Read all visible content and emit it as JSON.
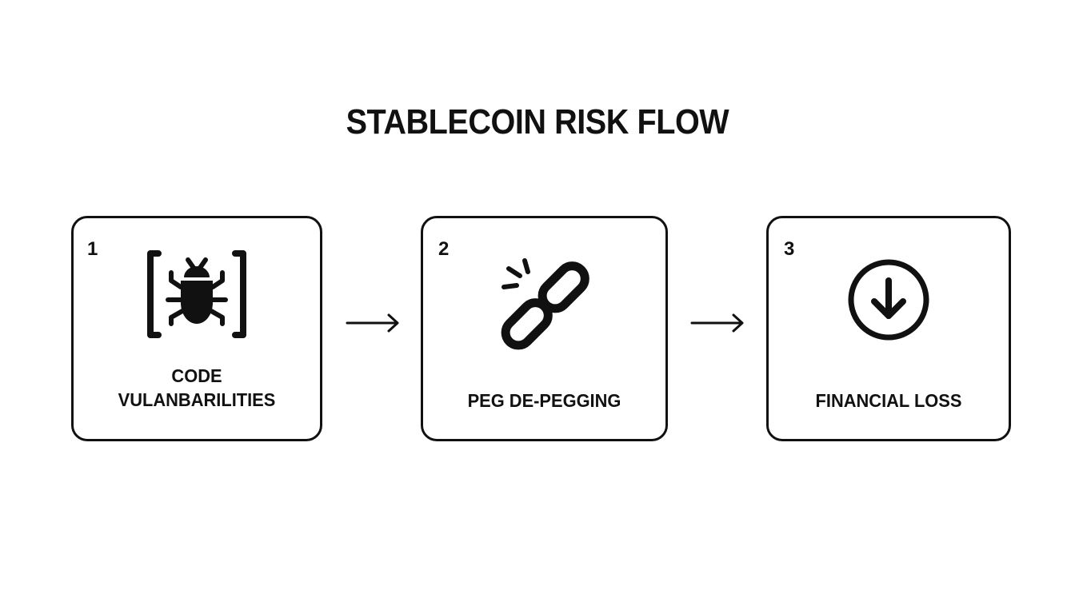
{
  "diagram": {
    "title": "STABLECOIN RISK FLOW",
    "type": "linear-flow",
    "colors": {
      "background": "#ffffff",
      "stroke": "#111111",
      "text": "#111111"
    },
    "steps": [
      {
        "number": "1",
        "label_lines": [
          "CODE",
          "VULANBARILITIES"
        ],
        "icon": "bug-in-brackets-icon"
      },
      {
        "number": "2",
        "label_lines": [
          "PEG DE-PEGGING"
        ],
        "icon": "broken-chain-link-icon"
      },
      {
        "number": "3",
        "label_lines": [
          "FINANCIAL LOSS"
        ],
        "icon": "down-arrow-circle-icon"
      }
    ],
    "connectors": [
      {
        "from": "1",
        "to": "2",
        "icon": "right-arrow-icon"
      },
      {
        "from": "2",
        "to": "3",
        "icon": "right-arrow-icon"
      }
    ]
  }
}
